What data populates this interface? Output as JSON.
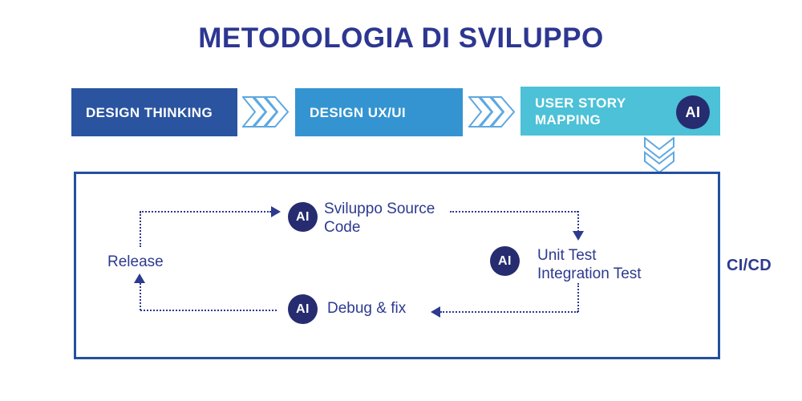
{
  "title": "METODOLOGIA DI SVILUPPO",
  "colors": {
    "title_text": "#2d3791",
    "step1_bg": "#2a54a0",
    "step2_bg": "#3494d1",
    "step3_bg": "#4cc1d7",
    "ai_badge_bg": "#262c6f",
    "line_and_text": "#2d3a8f",
    "chevron_outline": "#5fa8e0",
    "frame_border": "#23509e"
  },
  "pipeline": {
    "step1": {
      "label": "DESIGN THINKING"
    },
    "step2": {
      "label": "DESIGN UX/UI"
    },
    "step3": {
      "line1": "USER STORY",
      "line2": "MAPPING",
      "badge": "AI"
    }
  },
  "cycle": {
    "frame_label": "CI/CD",
    "source": {
      "badge": "AI",
      "line1": "Sviluppo Source",
      "line2": "Code"
    },
    "test": {
      "badge": "AI",
      "line1": "Unit Test",
      "line2": "Integration Test"
    },
    "debug": {
      "badge": "AI",
      "label": "Debug & fix"
    },
    "release": {
      "label": "Release"
    }
  }
}
